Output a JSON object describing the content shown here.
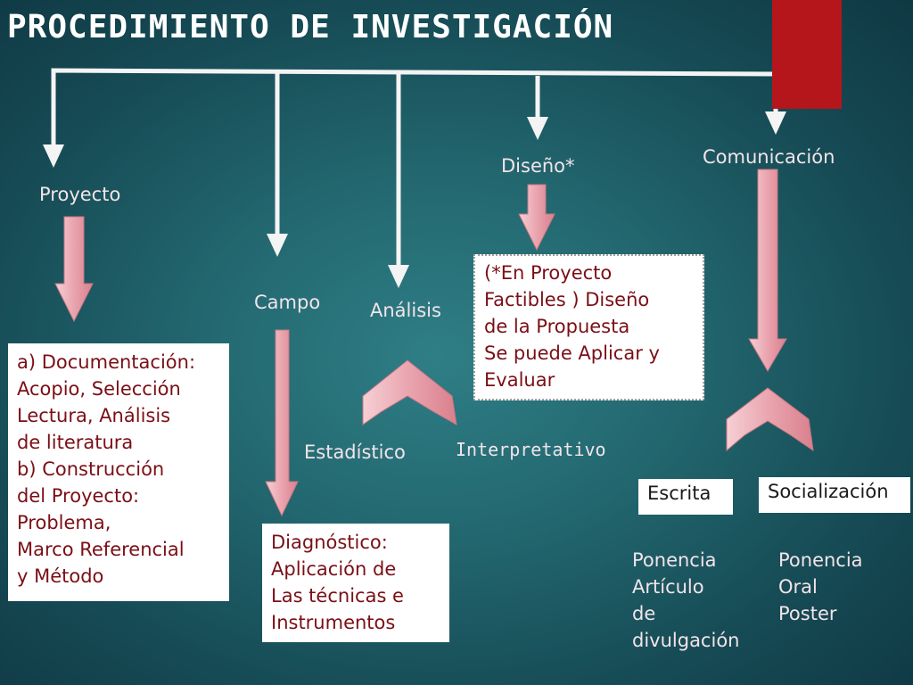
{
  "title": "PROCEDIMIENTO DE INVESTIGACIÓN",
  "stages": {
    "proyecto": "Proyecto",
    "campo": "Campo",
    "analisis": "Análisis",
    "diseno": "Diseño*",
    "comunicacion": "Comunicación"
  },
  "boxes": {
    "proyecto": [
      "a) Documentación:",
      "Acopio, Selección",
      "Lectura, Análisis",
      "de literatura",
      "b) Construcción",
      "del Proyecto:",
      "Problema,",
      "Marco Referencial",
      "y Método"
    ],
    "campo": [
      "Diagnóstico:",
      "Aplicación de",
      "Las técnicas e",
      "Instrumentos"
    ],
    "diseno": [
      "(*En Proyecto",
      "Factibles ) Diseño",
      "de la Propuesta",
      "Se puede Aplicar  y",
      "Evaluar"
    ]
  },
  "analisis_branches": {
    "left": "Estadístico",
    "right": "Interpretativo"
  },
  "comunicacion_branches": {
    "left": "Escrita",
    "right": "Socialización"
  },
  "escrita_items": [
    "Ponencia",
    "Artículo",
    "de",
    "divulgación"
  ],
  "socializacion_items": [
    "Ponencia",
    "Oral",
    "Poster"
  ],
  "colors": {
    "background": "#1e5f68",
    "accent_red": "#b5161b",
    "connector": "#f4f4f4",
    "pink_arrow": "#e8a3ad",
    "box_text": "#7a0f16",
    "label_text": "#f2e4ea"
  }
}
